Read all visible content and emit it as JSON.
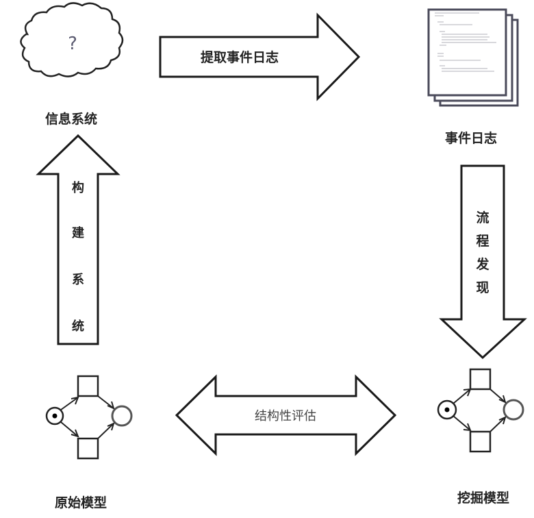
{
  "nodes": {
    "information_system": {
      "label": "信息系统",
      "icon": "cloud-icon",
      "glyph": "?"
    },
    "event_log": {
      "label": "事件日志",
      "icon": "document-stack-icon"
    },
    "original_model": {
      "label": "原始模型",
      "icon": "petri-net-icon"
    },
    "mined_model": {
      "label": "挖掘模型",
      "icon": "petri-net-icon"
    }
  },
  "edges": {
    "extract_event_log": {
      "label": "提取事件日志",
      "from": "information_system",
      "to": "event_log",
      "direction": "right"
    },
    "process_discovery": {
      "label": "流程发现",
      "chars": [
        "流",
        "程",
        "发",
        "现"
      ],
      "from": "event_log",
      "to": "mined_model",
      "direction": "down"
    },
    "structural_evaluation": {
      "label": "结构性评估",
      "from": "original_model",
      "to": "mined_model",
      "direction": "both"
    },
    "build_system": {
      "label": "构建系统",
      "chars": [
        "构",
        "建",
        "系",
        "统"
      ],
      "from": "original_model",
      "to": "information_system",
      "direction": "up"
    }
  },
  "colors": {
    "stroke": "#1a1a1a",
    "text": "#222222",
    "paper_border": "#4a4a5a",
    "code_text": "#9a9aa6"
  }
}
